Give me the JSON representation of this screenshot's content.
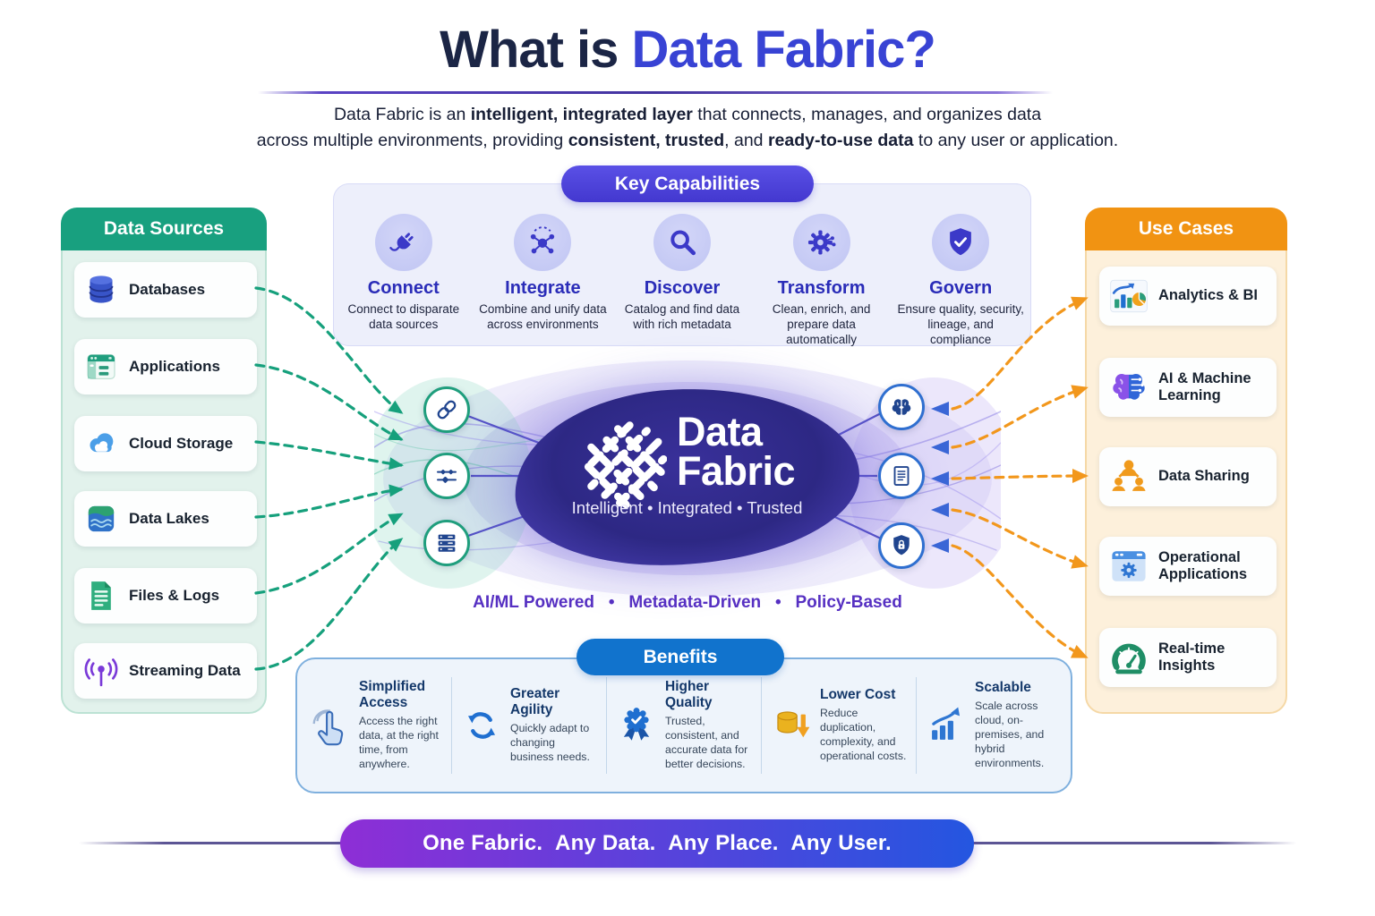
{
  "header": {
    "title_prefix": "What is ",
    "title_highlight": "Data Fabric?",
    "subtitle": {
      "l1p1": "Data Fabric is an ",
      "l1b1": "intelligent, integrated layer",
      "l1p2": " that connects, manages, and organizes data",
      "l2p1": "across multiple environments, providing ",
      "l2b1": "consistent, trusted",
      "l2p2": ", and ",
      "l2b2": "ready-to-use data",
      "l2p3": " to any user or application."
    }
  },
  "capabilities": {
    "header": "Key Capabilities",
    "items": [
      {
        "title": "Connect",
        "desc": "Connect to disparate data sources",
        "icon": "plug-icon"
      },
      {
        "title": "Integrate",
        "desc": "Combine and unify data across environments",
        "icon": "network-icon"
      },
      {
        "title": "Discover",
        "desc": "Catalog and find data with rich metadata",
        "icon": "search-icon"
      },
      {
        "title": "Transform",
        "desc": "Clean, enrich, and prepare data automatically",
        "icon": "gear-icon"
      },
      {
        "title": "Govern",
        "desc": "Ensure quality, security, lineage, and compliance",
        "icon": "shield-check-icon"
      }
    ]
  },
  "data_sources": {
    "header": "Data Sources",
    "items": [
      {
        "label": "Databases",
        "icon": "database-icon"
      },
      {
        "label": "Applications",
        "icon": "application-window-icon"
      },
      {
        "label": "Cloud Storage",
        "icon": "cloud-icon"
      },
      {
        "label": "Data Lakes",
        "icon": "data-lake-icon"
      },
      {
        "label": "Files & Logs",
        "icon": "file-icon"
      },
      {
        "label": "Streaming Data",
        "icon": "antenna-icon"
      }
    ]
  },
  "use_cases": {
    "header": "Use Cases",
    "items": [
      {
        "label": "Analytics & BI",
        "icon": "analytics-chart-icon"
      },
      {
        "label": "AI & Machine Learning",
        "icon": "ai-brain-icon"
      },
      {
        "label": "Data Sharing",
        "icon": "people-network-icon"
      },
      {
        "label": "Operational Applications",
        "icon": "app-gear-icon"
      },
      {
        "label": "Real-time Insights",
        "icon": "gauge-icon"
      }
    ]
  },
  "hub": {
    "name_line1": "Data",
    "name_line2": "Fabric",
    "tagline": "Intelligent • Integrated • Trusted",
    "footer": "AI/ML Powered   •   Metadata-Driven   •   Policy-Based"
  },
  "benefits": {
    "header": "Benefits",
    "items": [
      {
        "title": "Simplified Access",
        "desc": "Access the right data, at the right time, from anywhere.",
        "icon": "touch-icon"
      },
      {
        "title": "Greater Agility",
        "desc": "Quickly adapt to changing business needs.",
        "icon": "refresh-icon"
      },
      {
        "title": "Higher Quality",
        "desc": "Trusted, consistent, and accurate data for better decisions.",
        "icon": "badge-check-icon"
      },
      {
        "title": "Lower Cost",
        "desc": "Reduce duplication, complexity, and operational costs.",
        "icon": "coins-down-icon"
      },
      {
        "title": "Scalable",
        "desc": "Scale across cloud, on-premises, and hybrid environments.",
        "icon": "growth-icon"
      }
    ]
  },
  "banner": {
    "text": "One Fabric.  Any Data.  Any Place.  Any User."
  },
  "colors": {
    "title_navy": "#1b2545",
    "title_blue": "#3843d4",
    "capability_indigo": "#4338cf",
    "sources_green": "#18a07f",
    "usecases_orange": "#f19312",
    "benefits_blue": "#1173cd",
    "connector_green": "#16a07c",
    "connector_orange": "#f2971c",
    "arrow_blue": "#3a66d6",
    "hub_indigo": "#2d2884",
    "tagline_purple": "#5630c2",
    "banner_gradient_start": "#8e2ed6",
    "banner_gradient_end": "#2456e0"
  }
}
